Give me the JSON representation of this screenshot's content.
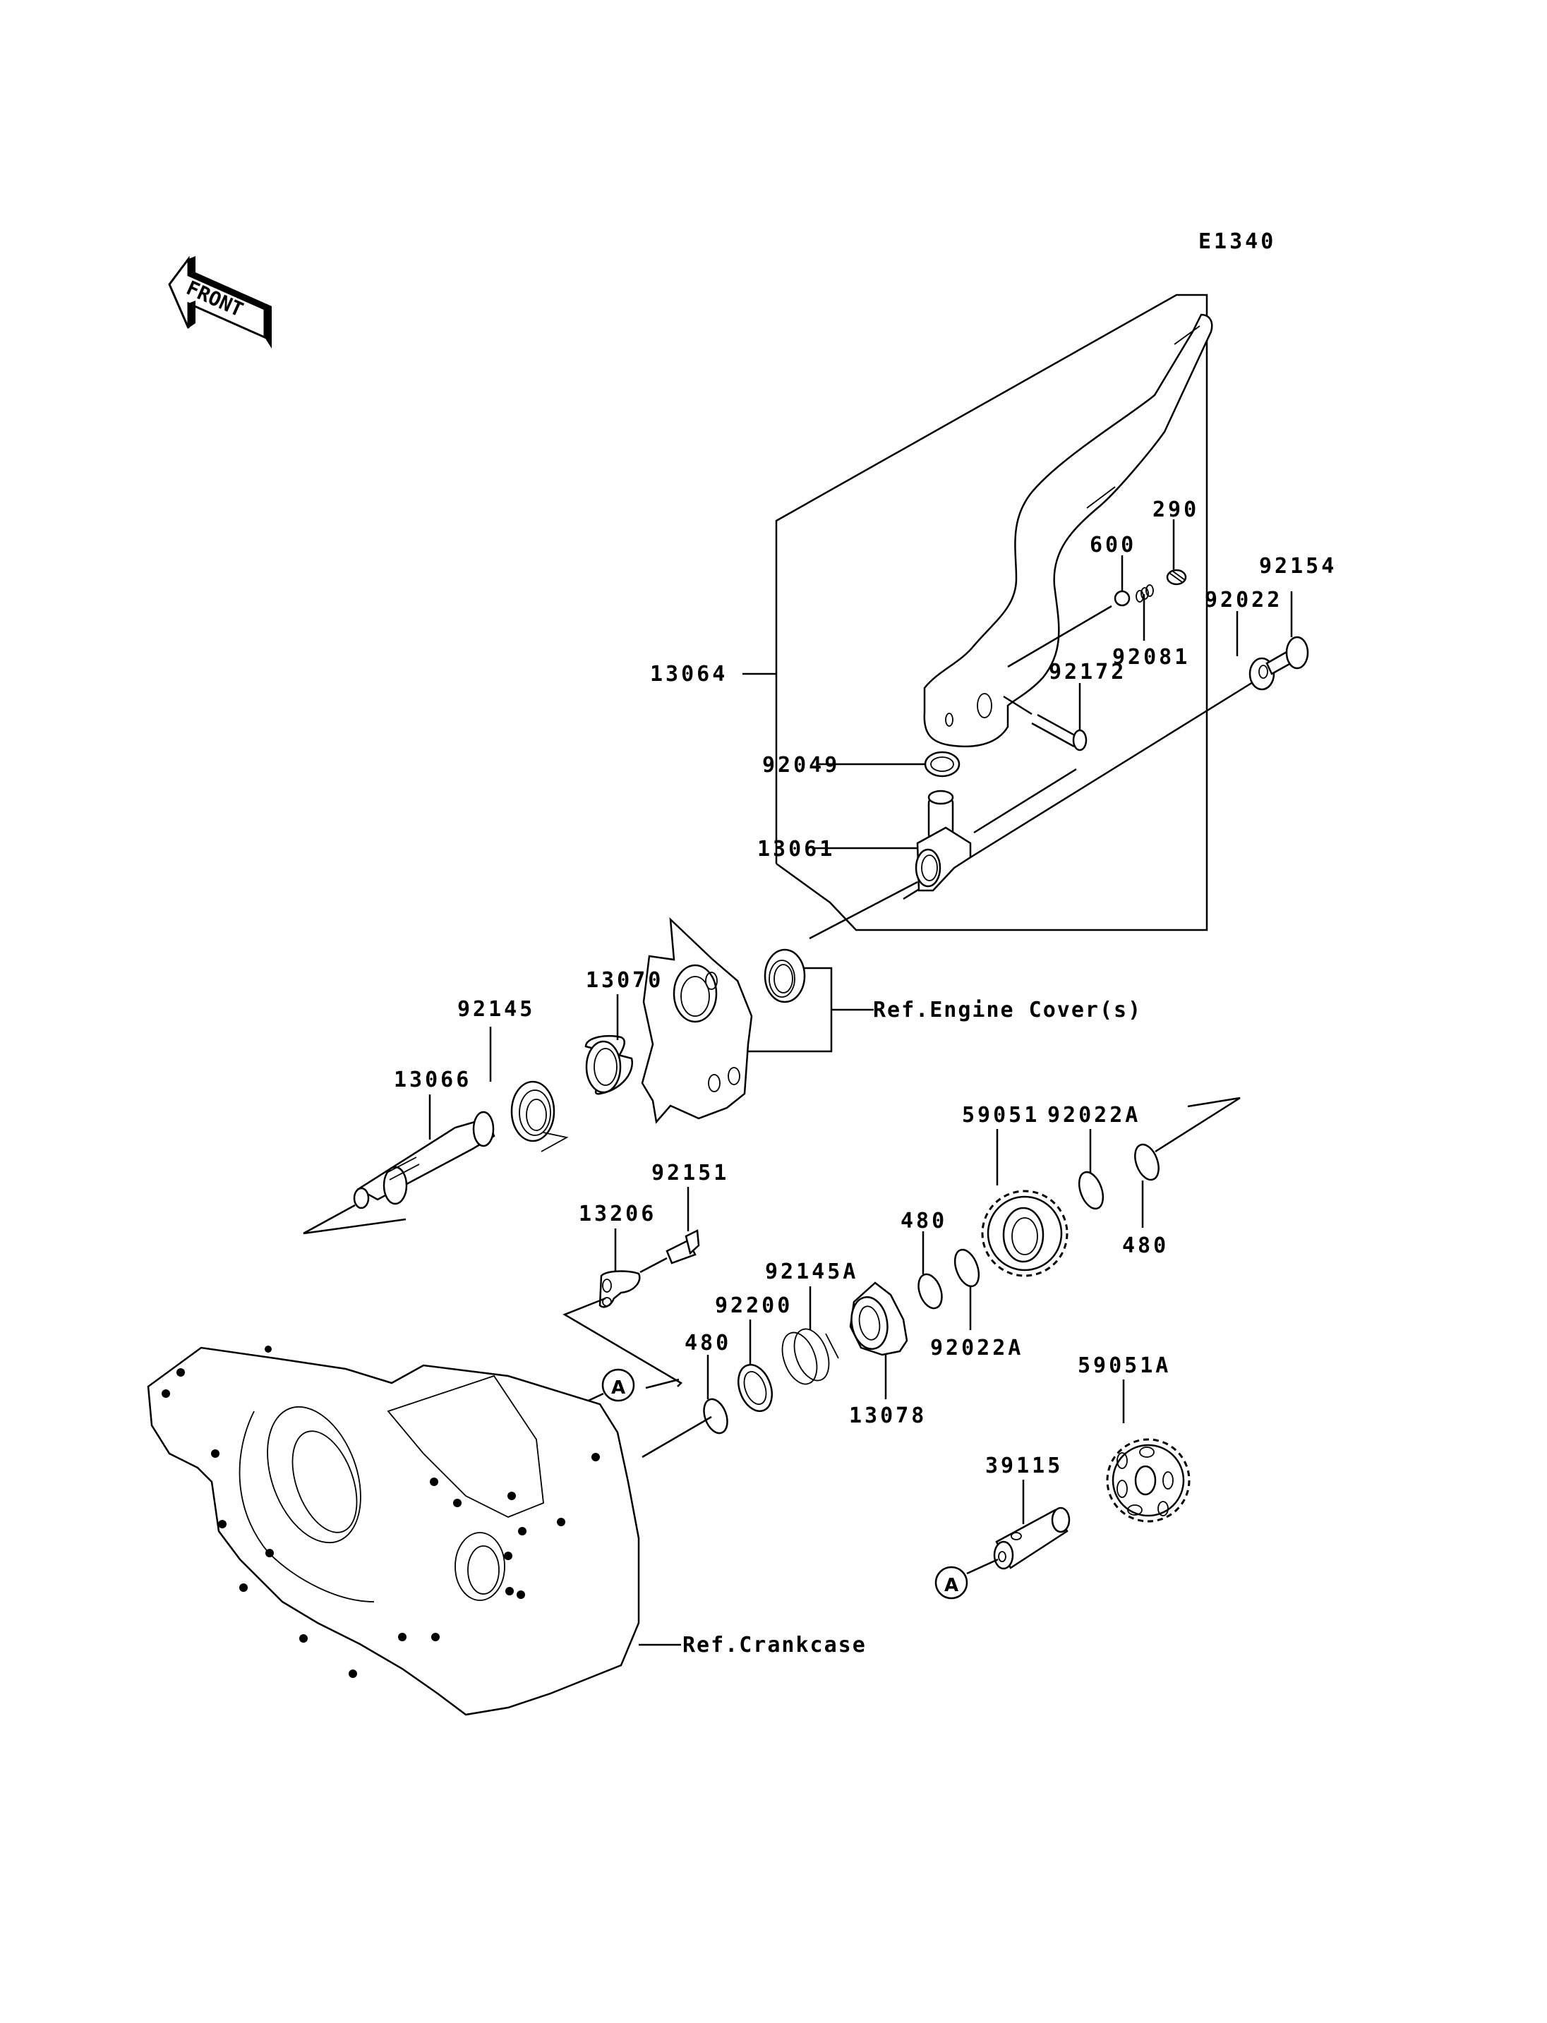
{
  "diagram": {
    "code": "E1340",
    "front_marker": "FRONT",
    "references": {
      "engine_cover": "Ref.Engine Cover(s)",
      "crankcase": "Ref.Crankcase"
    },
    "alignment_marker": "A",
    "parts": [
      {
        "id": "13064",
        "label": "13064",
        "desc": "kick-pedal-assembly"
      },
      {
        "id": "290",
        "label": "290",
        "desc": "grip-plug"
      },
      {
        "id": "600",
        "label": "600",
        "desc": "ball"
      },
      {
        "id": "92081",
        "label": "92081",
        "desc": "spring"
      },
      {
        "id": "92172",
        "label": "92172",
        "desc": "bolt"
      },
      {
        "id": "92022",
        "label": "92022",
        "desc": "washer"
      },
      {
        "id": "92154",
        "label": "92154",
        "desc": "bolt"
      },
      {
        "id": "92049",
        "label": "92049",
        "desc": "seal"
      },
      {
        "id": "13061",
        "label": "13061",
        "desc": "lever-boss"
      },
      {
        "id": "13070",
        "label": "13070",
        "desc": "guide"
      },
      {
        "id": "92145",
        "label": "92145",
        "desc": "spring"
      },
      {
        "id": "13066",
        "label": "13066",
        "desc": "kick-shaft"
      },
      {
        "id": "92151",
        "label": "92151",
        "desc": "bolt"
      },
      {
        "id": "13206",
        "label": "13206",
        "desc": "guide"
      },
      {
        "id": "59051",
        "label": "59051",
        "desc": "kick-gear"
      },
      {
        "id": "92022A_top",
        "label": "92022A",
        "desc": "washer"
      },
      {
        "id": "480_right",
        "label": "480",
        "desc": "circlip"
      },
      {
        "id": "480_mid",
        "label": "480",
        "desc": "circlip"
      },
      {
        "id": "92022A_mid",
        "label": "92022A",
        "desc": "washer"
      },
      {
        "id": "92145A",
        "label": "92145A",
        "desc": "spring"
      },
      {
        "id": "92200",
        "label": "92200",
        "desc": "washer"
      },
      {
        "id": "480_left",
        "label": "480",
        "desc": "circlip"
      },
      {
        "id": "13078",
        "label": "13078",
        "desc": "ratchet"
      },
      {
        "id": "59051A",
        "label": "59051A",
        "desc": "idle-gear"
      },
      {
        "id": "39115",
        "label": "39115",
        "desc": "shaft"
      }
    ]
  }
}
